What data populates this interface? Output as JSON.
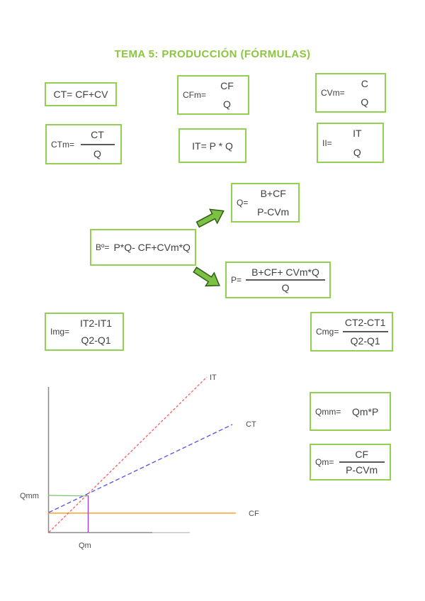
{
  "title": "TEMA 5: PRODUCCIÓN (FÓRMULAS)",
  "colors": {
    "accent_green": "#92d050",
    "title_green": "#8cc63f",
    "arrow_fill": "#7dc142",
    "arrow_stroke": "#2e5c17",
    "it_line": "#ff5c5c",
    "ct_line": "#5050f0",
    "cf_line": "#ffa033",
    "qmm_marker": "#7bbf6a",
    "qm_marker": "#9944cc",
    "axis_gray": "#8a8a8a",
    "text": "#404040"
  },
  "formulas": {
    "ct": {
      "text": "CT= CF+CV"
    },
    "cfm": {
      "label": "CFm=",
      "num": "CF",
      "den": "Q"
    },
    "cvm": {
      "label": "CVm=",
      "num": "C",
      "den": "Q"
    },
    "ctm": {
      "label": "CTm=",
      "num": "CT",
      "den": "Q"
    },
    "it": {
      "text": "IT= P * Q"
    },
    "ii": {
      "label": "II=",
      "num": "IT",
      "den": "Q"
    },
    "q": {
      "label": "Q=",
      "num": "B+CF",
      "den": "P-CVm"
    },
    "b": {
      "label": "Bº=",
      "expr": "P*Q- CF+CVm*Q"
    },
    "p": {
      "label": "P=",
      "num": "B+CF+ CVm*Q",
      "den": "Q"
    },
    "img": {
      "label": "Img=",
      "num": "IT2-IT1",
      "den": "Q2-Q1"
    },
    "cmg": {
      "label": "Cmg=",
      "num": "CT2-CT1",
      "den": "Q2-Q1"
    },
    "qmm": {
      "label": "Qmm=",
      "expr": "Qm*P"
    },
    "qm": {
      "label": "Qm=",
      "num": "CF",
      "den": "P-CVm"
    }
  },
  "chart": {
    "labels": {
      "it": "IT",
      "ct": "CT",
      "cf": "CF",
      "y_marker": "Qmm",
      "x_marker": "Qm"
    }
  },
  "chart_data": {
    "type": "line",
    "description": "Qualitative break-even diagram: total revenue IT (red, small dashes) and total cost CT (blue, dashed) intersect at quantity Qm with value Qmm; fixed cost CF (orange) is a constant horizontal line. No numeric axis ticks shown.",
    "axes": {
      "x_marker_label": "Qm",
      "y_marker_label": "Qmm",
      "grid": false,
      "numeric_ticks": false
    },
    "series": [
      {
        "name": "IT",
        "style": "small-dashed",
        "color": "#ff5c5c",
        "points_frac_of_axes": [
          [
            0.0,
            0.0
          ],
          [
            1.13,
            1.07
          ]
        ]
      },
      {
        "name": "CT",
        "style": "dashed",
        "color": "#5050f0",
        "points_frac_of_axes": [
          [
            0.0,
            0.137
          ],
          [
            1.31,
            0.745
          ]
        ]
      },
      {
        "name": "CF",
        "style": "solid",
        "color": "#ffa033",
        "points_frac_of_axes": [
          [
            0.0,
            0.132
          ],
          [
            1.33,
            0.132
          ]
        ]
      }
    ],
    "markers": {
      "break_even_point_frac": [
        0.281,
        0.255
      ],
      "vertical_guide_color": "#9944cc",
      "horizontal_guide_color": "#7bbf6a"
    },
    "legend_position": "labels-at-line-ends"
  }
}
